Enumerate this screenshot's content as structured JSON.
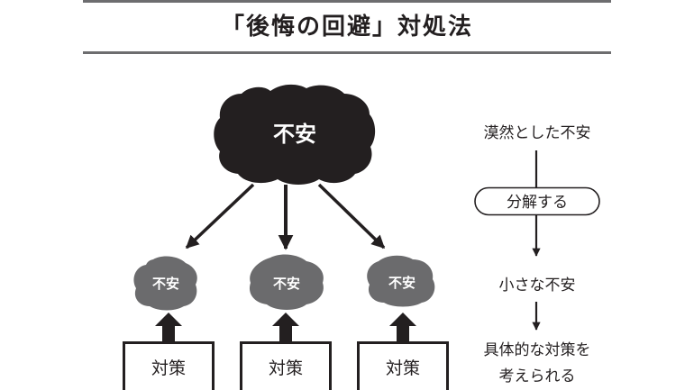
{
  "title": "「後悔の回避」対処法",
  "colors": {
    "main_cloud": "#231f20",
    "small_cloud": "#6b6b6d",
    "ink": "#231f20",
    "rule": "#6d6d6f",
    "cloud_text": "#ffffff"
  },
  "left_diagram": {
    "main_cloud": {
      "label": "不安",
      "icon": "dark-cloud-shape"
    },
    "small_clouds": [
      {
        "label": "不安"
      },
      {
        "label": "不安"
      },
      {
        "label": "不安"
      }
    ],
    "countermeasures": [
      {
        "label": "対策"
      },
      {
        "label": "対策"
      },
      {
        "label": "対策"
      }
    ]
  },
  "right_flow": {
    "step1": "漠然とした不安",
    "action": "分解する",
    "step2": "小さな不安",
    "step3_line1": "具体的な対策を",
    "step3_line2": "考えられる"
  }
}
